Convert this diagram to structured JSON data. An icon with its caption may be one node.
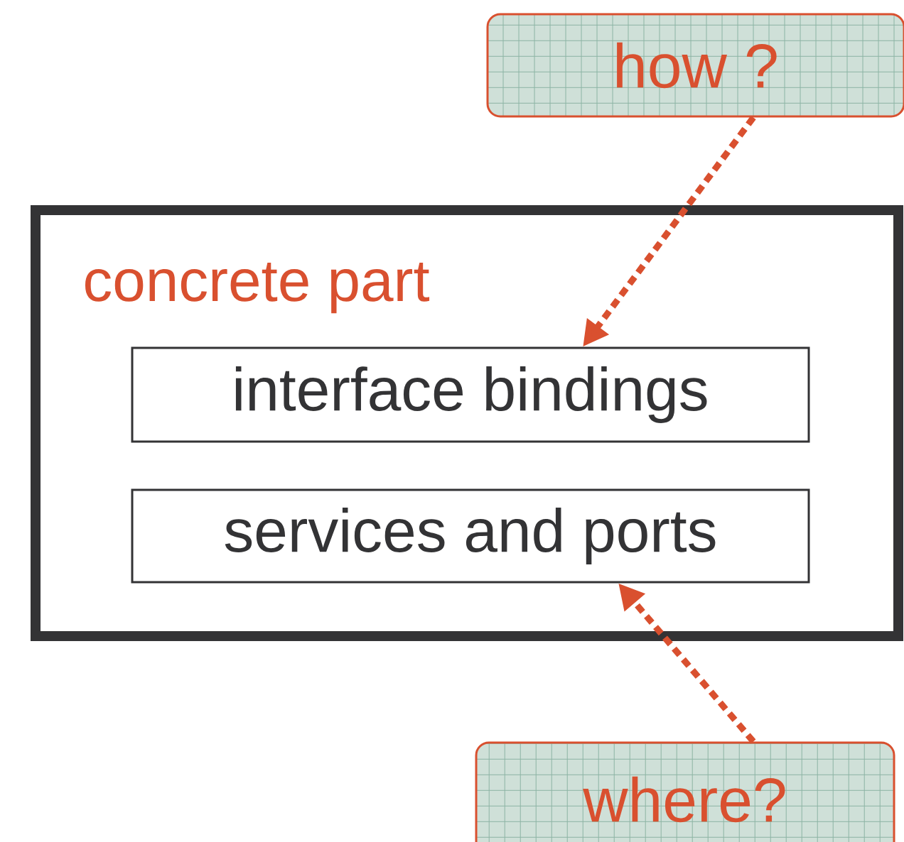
{
  "diagram": {
    "nodes": [
      {
        "text": [
          "how ?"
        ]
      },
      {
        "text": [
          "concrete part"
        ]
      },
      {
        "text": [
          "interface bindings"
        ],
        "in": 1
      },
      {
        "text": [
          "services and ports"
        ],
        "in": 1
      },
      {
        "text": [
          "where?"
        ]
      }
    ],
    "edges": [
      {
        "from": 0,
        "to": 2,
        "arrow": "to",
        "style": "dashed",
        "color": "#d9502f"
      },
      {
        "from": 4,
        "to": 3,
        "arrow": "to",
        "style": "dashed",
        "color": "#d9502f"
      }
    ]
  }
}
